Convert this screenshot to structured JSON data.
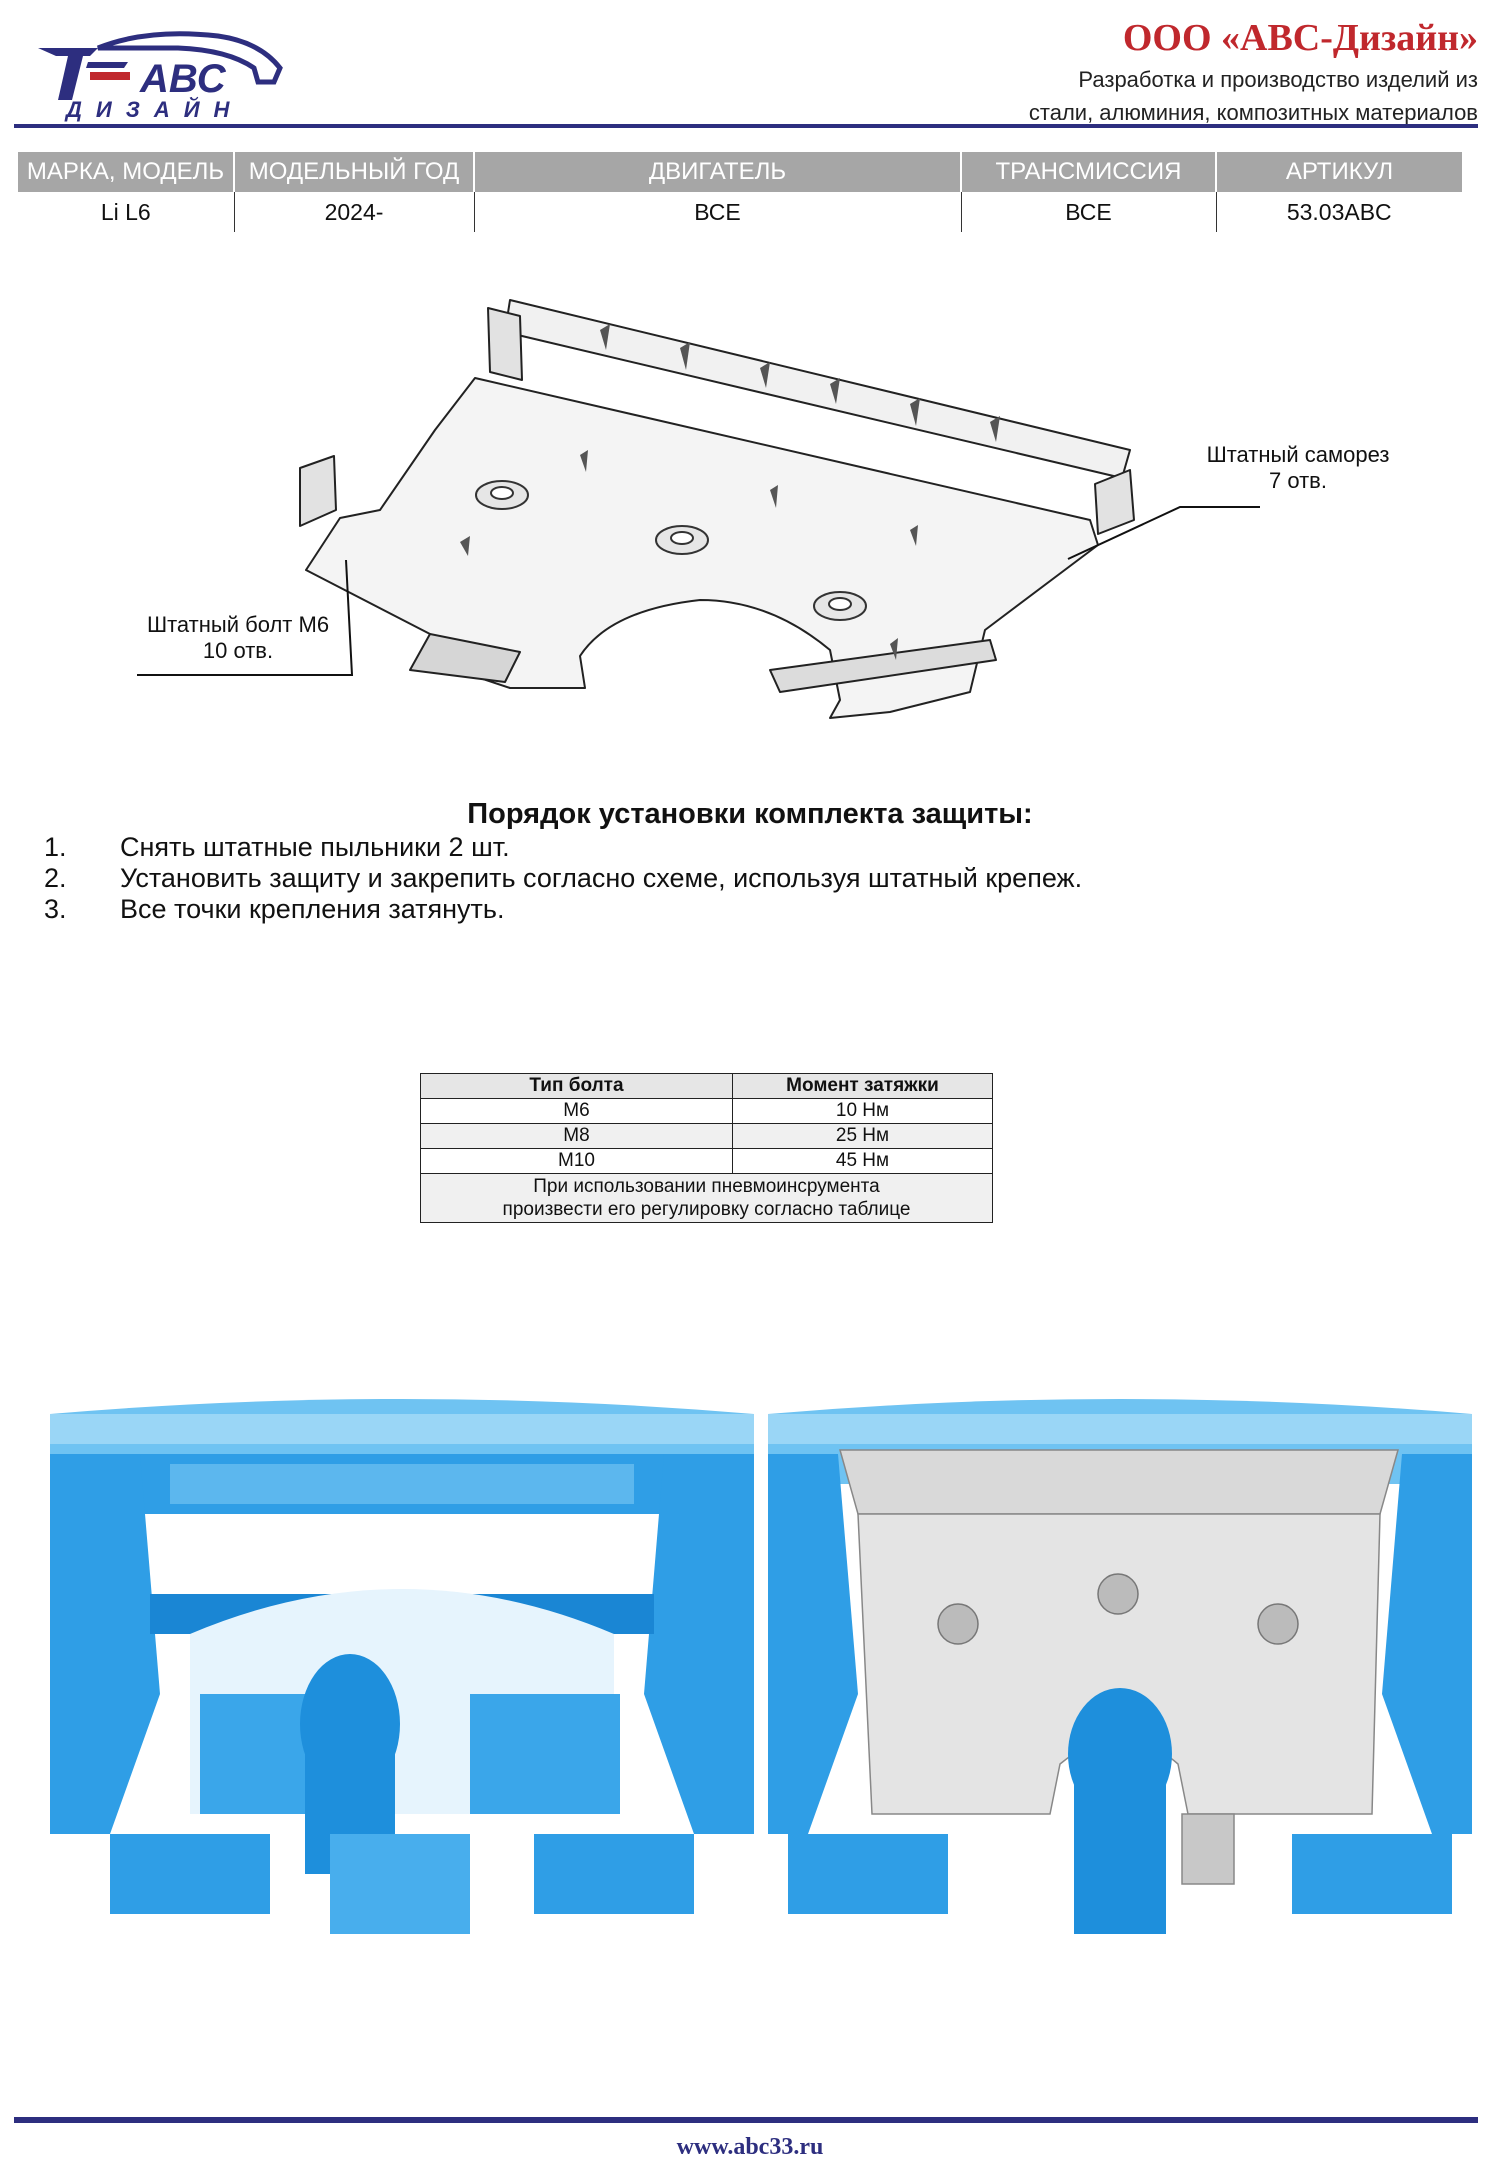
{
  "header": {
    "logo_text": "АВС",
    "logo_subtext": "ДИЗАЙН",
    "company_name": "ООО «АВС-Дизайн»",
    "company_desc_1": "Разработка и производство изделий из",
    "company_desc_2": "стали, алюминия, композитных материалов"
  },
  "spec_table": {
    "headers": [
      "МАРКА, МОДЕЛЬ",
      "МОДЕЛЬНЫЙ ГОД",
      "ДВИГАТЕЛЬ",
      "ТРАНСМИССИЯ",
      "АРТИКУЛ"
    ],
    "row": [
      "Li L6",
      "2024-",
      "ВСЕ",
      "ВСЕ",
      "53.03ABC"
    ]
  },
  "callouts": {
    "screw_1": "Штатный саморез",
    "screw_2": "7 отв.",
    "bolt_1": "Штатный болт М6",
    "bolt_2": "10 отв."
  },
  "instructions": {
    "title": "Порядок установки комплекта защиты:",
    "steps": [
      {
        "num": "1.",
        "text": "Снять штатные пыльники 2 шт."
      },
      {
        "num": "2.",
        "text": "Установить защиту и закрепить согласно схеме, используя штатный крепеж."
      },
      {
        "num": "3.",
        "text": "Все точки крепления затянуть."
      }
    ]
  },
  "torque_table": {
    "headers": [
      "Тип болта",
      "Момент затяжки"
    ],
    "rows": [
      [
        "М6",
        "10 Нм"
      ],
      [
        "М8",
        "25 Нм"
      ],
      [
        "М10",
        "45 Нм"
      ]
    ],
    "note_1": "При использовании пневмоинсрумента",
    "note_2": "произвести его регулировку согласно таблице"
  },
  "footer": {
    "url": "www.abc33.ru"
  },
  "colors": {
    "brand_navy": "#2d2e7f",
    "brand_red": "#c0282d",
    "table_header_gray": "#a6a6a6",
    "chassis_blue": "#2f9ee6"
  }
}
